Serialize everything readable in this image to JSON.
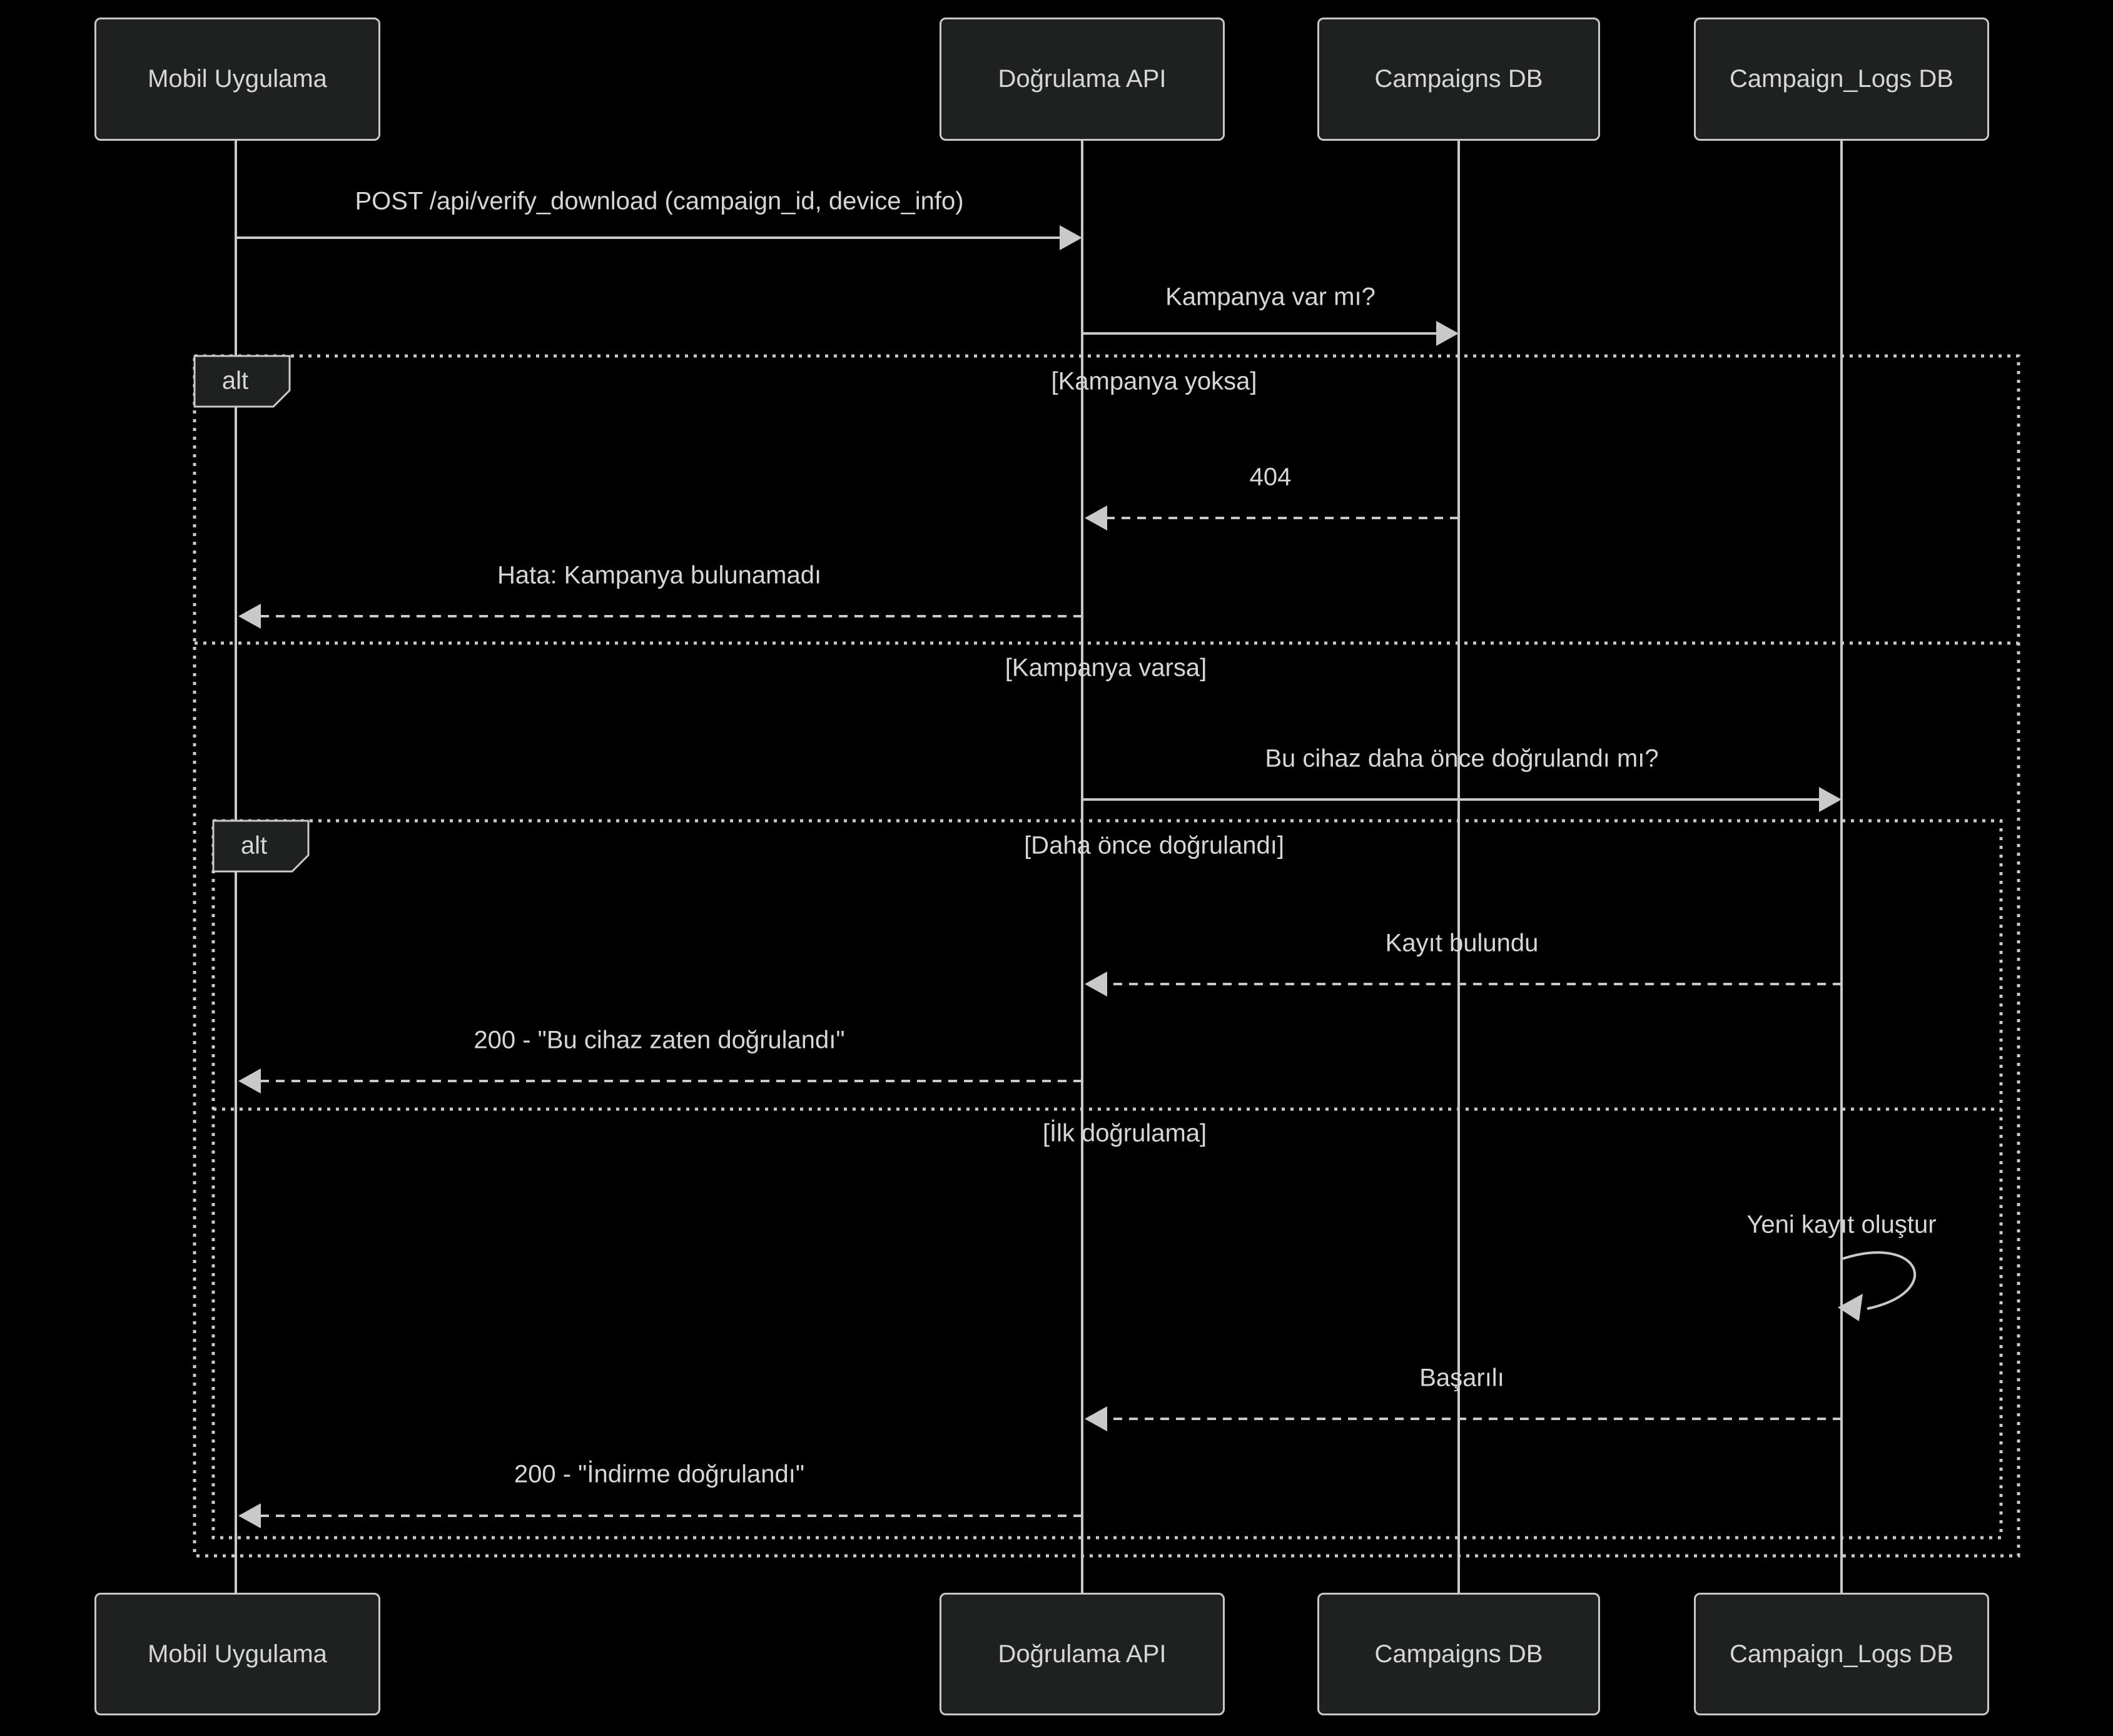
{
  "diagram": {
    "type": "sequence",
    "actors": [
      {
        "id": "mobil",
        "label": "Mobil Uygulama"
      },
      {
        "id": "api",
        "label": "Doğrulama API"
      },
      {
        "id": "campaigns",
        "label": "Campaigns DB"
      },
      {
        "id": "logs",
        "label": "Campaign_Logs DB"
      }
    ],
    "messages": [
      {
        "label": "POST /api/verify_download (campaign_id, device_info)",
        "from": "Mobil Uygulama",
        "to": "Doğrulama API",
        "line": "solid"
      },
      {
        "label": "Kampanya var mı?",
        "from": "Doğrulama API",
        "to": "Campaigns DB",
        "line": "solid"
      },
      {
        "label": "404",
        "from": "Campaigns DB",
        "to": "Doğrulama API",
        "line": "dashed"
      },
      {
        "label": "Hata: Kampanya bulunamadı",
        "from": "Doğrulama API",
        "to": "Mobil Uygulama",
        "line": "dashed"
      },
      {
        "label": "Bu cihaz daha önce doğrulandı mı?",
        "from": "Doğrulama API",
        "to": "Campaign_Logs DB",
        "line": "solid"
      },
      {
        "label": "Kayıt bulundu",
        "from": "Campaign_Logs DB",
        "to": "Doğrulama API",
        "line": "dashed"
      },
      {
        "label": "200 - \"Bu cihaz zaten doğrulandı\"",
        "from": "Doğrulama API",
        "to": "Mobil Uygulama",
        "line": "dashed"
      },
      {
        "label": "Yeni kayıt oluştur",
        "from": "Campaign_Logs DB",
        "to": "Campaign_Logs DB",
        "line": "self"
      },
      {
        "label": "Başarılı",
        "from": "Campaign_Logs DB",
        "to": "Doğrulama API",
        "line": "dashed"
      },
      {
        "label": "200 - \"İndirme doğrulandı\"",
        "from": "Doğrulama API",
        "to": "Mobil Uygulama",
        "line": "dashed"
      }
    ],
    "frames": [
      {
        "label": "alt",
        "conditions": [
          "[Kampanya yoksa]",
          "[Kampanya varsa]"
        ]
      },
      {
        "label": "alt",
        "conditions": [
          "[Daha önce doğrulandı]",
          "[İlk doğrulama]"
        ]
      }
    ],
    "colors": {
      "background": "#000000",
      "line": "#c9c9c9",
      "text": "#d6d6d6",
      "actor_fill": "#1f2020",
      "actor_border": "#c9c9c9"
    }
  }
}
